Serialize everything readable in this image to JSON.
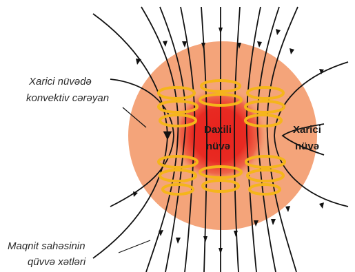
{
  "labels": {
    "convection_line1": "Xarici nüvədə",
    "convection_line2": "konvektiv cərəyan",
    "field_line1": "Maqnit sahəsinin",
    "field_line2": "qüvvə xətləri",
    "inner_core_line1": "Daxili",
    "inner_core_line2": "nüvə",
    "outer_core_line1": "Xarici",
    "outer_core_line2": "nüvə"
  },
  "colors": {
    "outer_core": "#F4A47A",
    "inner_core": "#E82A22",
    "coil": "#F5B51B",
    "field_line": "#111111",
    "label_text": "#2a2a2a"
  }
}
